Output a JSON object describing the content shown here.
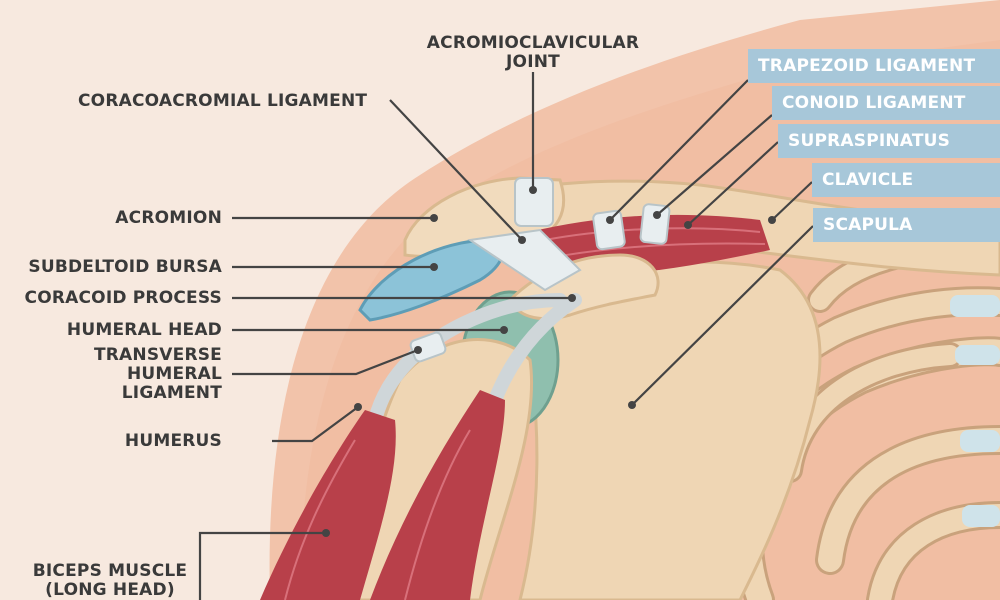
{
  "labels": {
    "acromioclavicular_joint_line1": "ACROMIOCLAVICULAR",
    "acromioclavicular_joint_line2": "JOINT",
    "coracoacromial_ligament": "CORACOACROMIAL LIGAMENT",
    "acromion": "ACROMION",
    "subdeltoid_bursa": "SUBDELTOID BURSA",
    "coracoid_process": "CORACOID PROCESS",
    "humeral_head": "HUMERAL HEAD",
    "transverse_humeral_ligament_line1": "TRANSVERSE",
    "transverse_humeral_ligament_line2": "HUMERAL",
    "transverse_humeral_ligament_line3": "LIGAMENT",
    "humerus": "HUMERUS",
    "biceps_muscle_line1": "BICEPS MUSCLE",
    "biceps_muscle_line2": "(LONG HEAD)"
  },
  "boxed_labels": {
    "trapezoid_ligament": "TRAPEZOID LIGAMENT",
    "conoid_ligament": "CONOID LIGAMENT",
    "supraspinatus": "SUPRASPINATUS",
    "clavicle": "CLAVICLE",
    "scapula": "SCAPULA"
  },
  "colors": {
    "background": "#f7e9df",
    "skin": "#f2c3aa",
    "bone": "#efd6b4",
    "bone_shadow": "#d9b98f",
    "muscle": "#b8404a",
    "cartilage": "#e8eef0",
    "bursa": "#8cc3d8",
    "humeral_head": "#8fbfae",
    "label_box": "#a7c7d9",
    "label_text": "#3a3a3a",
    "leader_line": "#444444"
  }
}
